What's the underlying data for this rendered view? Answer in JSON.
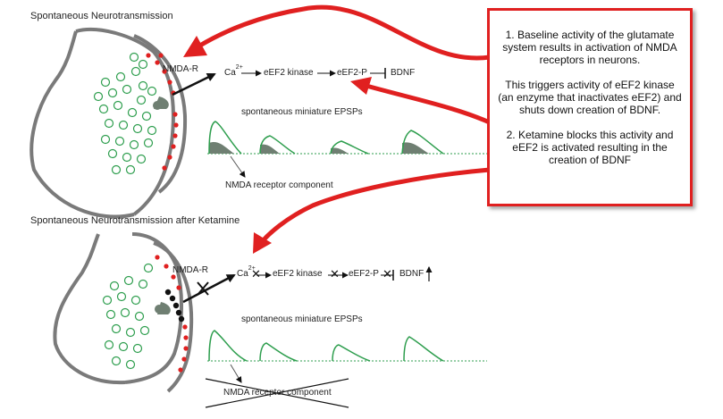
{
  "top_panel": {
    "title": "Spontaneous Neurotransmission",
    "receptor_label": "NMDA-R",
    "pathway": {
      "ca": "Ca",
      "ca_charge": "2+",
      "kinase": "eEF2 kinase",
      "phospho": "eEF2-P",
      "product": "BDNF"
    },
    "epsp_label": "spontaneous miniature EPSPs",
    "component_label": "NMDA receptor component"
  },
  "bottom_panel": {
    "title": "Spontaneous Neurotransmission after Ketamine",
    "receptor_label": "NMDA-R",
    "pathway": {
      "ca": "Ca",
      "ca_charge": "2+",
      "kinase": "eEF2 kinase",
      "phospho": "eEF2-P",
      "product": "BDNF"
    },
    "epsp_label": "spontaneous miniature EPSPs",
    "component_label": "NMDA receptor component"
  },
  "callout": {
    "para1": "1. Baseline activity of the glutamate system results in activation of NMDA receptors in neurons.",
    "para2": "This triggers activity of eEF2 kinase (an enzyme that inactivates eEF2) and shuts down creation of BDNF.",
    "para3": "2. Ketamine blocks this activity and eEF2 is activated resulting in the creation of BDNF"
  },
  "colors": {
    "membrane": "#7a7a7a",
    "vesicle": "#2e9e4e",
    "trace": "#2e9e4e",
    "nmda_fill": "#6f7f72",
    "receptor_dot": "#e02020",
    "callout_border": "#e02020",
    "arrow": "#e02020"
  }
}
